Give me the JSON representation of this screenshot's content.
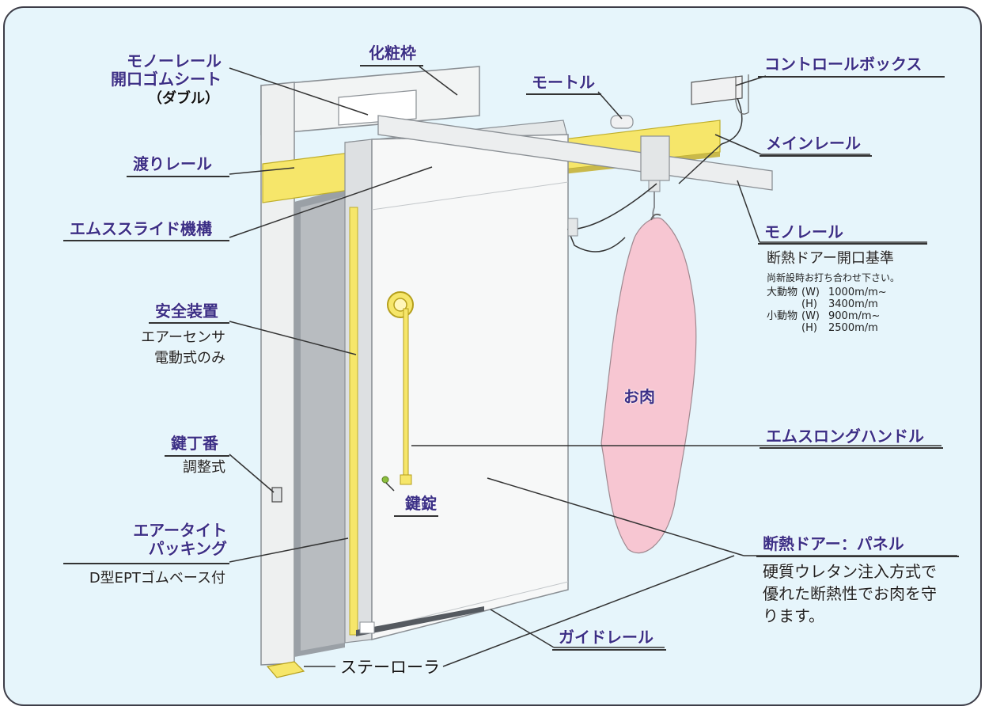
{
  "labels": {
    "monorail_gum_line1": "モノーレール",
    "monorail_gum_line2": "開口ゴムシート",
    "monorail_gum_line3": "（ダブル）",
    "frame": "化粧枠",
    "motor": "モートル",
    "control_box": "コントロールボックス",
    "transfer_rail": "渡りレール",
    "main_rail": "メインレール",
    "slide_mechanism": "エムススライド機構",
    "monorail": "モノレール",
    "safety_device": "安全装置",
    "air_sensor": "エアーセンサ",
    "electric_only": "電動式のみ",
    "meat": "お肉",
    "key_hinge": "鍵丁番",
    "adjustable": "調整式",
    "long_handle": "エムスロングハンドル",
    "lock": "鍵錠",
    "airtight_line1": "エアータイト",
    "airtight_line2": "パッキング",
    "epdm": "D型EPTゴムベース付",
    "panel": "断熱ドアー：パネル",
    "panel_desc_1": "硬質ウレタン注入方式で",
    "panel_desc_2": "優れた断熱性でお肉を守",
    "panel_desc_3": "ります。",
    "guide_rail": "ガイドレール",
    "stay_roller": "ステーローラ"
  },
  "opening_standard": {
    "title": "断熱ドアー開口基準",
    "note": "尚新設時お打ち合わせ下さい。",
    "large_label": "大動物",
    "large_w_dim": "(W)",
    "large_w": "1000m/m~",
    "large_h_dim": "(H)",
    "large_h": "3400m/m",
    "small_label": "小動物",
    "small_w_dim": "(W)",
    "small_w": "900m/m~",
    "small_h_dim": "(H)",
    "small_h": "2500m/m"
  },
  "colors": {
    "label_text": "#3b2f86",
    "background": "#e6f5fb",
    "rail_yellow": "#f6e66a",
    "meat_pink": "#f7c6d2"
  }
}
